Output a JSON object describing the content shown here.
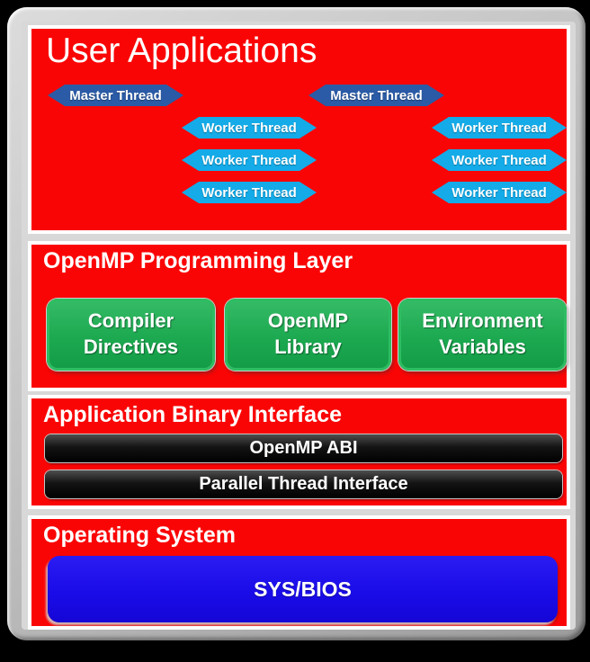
{
  "diagram": {
    "layers": [
      {
        "title": "User Applications",
        "master_threads": [
          {
            "label": "Master Thread"
          },
          {
            "label": "Master Thread"
          }
        ],
        "worker_threads_left": [
          {
            "label": "Worker Thread"
          },
          {
            "label": "Worker Thread"
          },
          {
            "label": "Worker Thread"
          }
        ],
        "worker_threads_right": [
          {
            "label": "Worker Thread"
          },
          {
            "label": "Worker Thread"
          },
          {
            "label": "Worker Thread"
          }
        ]
      },
      {
        "title": "OpenMP Programming Layer",
        "boxes": [
          {
            "label": "Compiler Directives"
          },
          {
            "label": "OpenMP Library"
          },
          {
            "label": "Environment Variables"
          }
        ]
      },
      {
        "title": "Application Binary Interface",
        "bars": [
          {
            "label": "OpenMP ABI"
          },
          {
            "label": "Parallel Thread Interface"
          }
        ]
      },
      {
        "title": "Operating System",
        "os_box": {
          "label": "SYS/BIOS"
        }
      }
    ],
    "colors": {
      "section_red": "#fa0505",
      "master_thread_blue": "#2b5ba6",
      "worker_thread_cyan": "#14abe8",
      "component_green": "#1ca950",
      "abi_bar_black": "#000000",
      "os_blue": "#1a0ce8",
      "slide_gray": "#d8d8d8",
      "background_black": "#000000",
      "text_white": "#ffffff"
    }
  }
}
